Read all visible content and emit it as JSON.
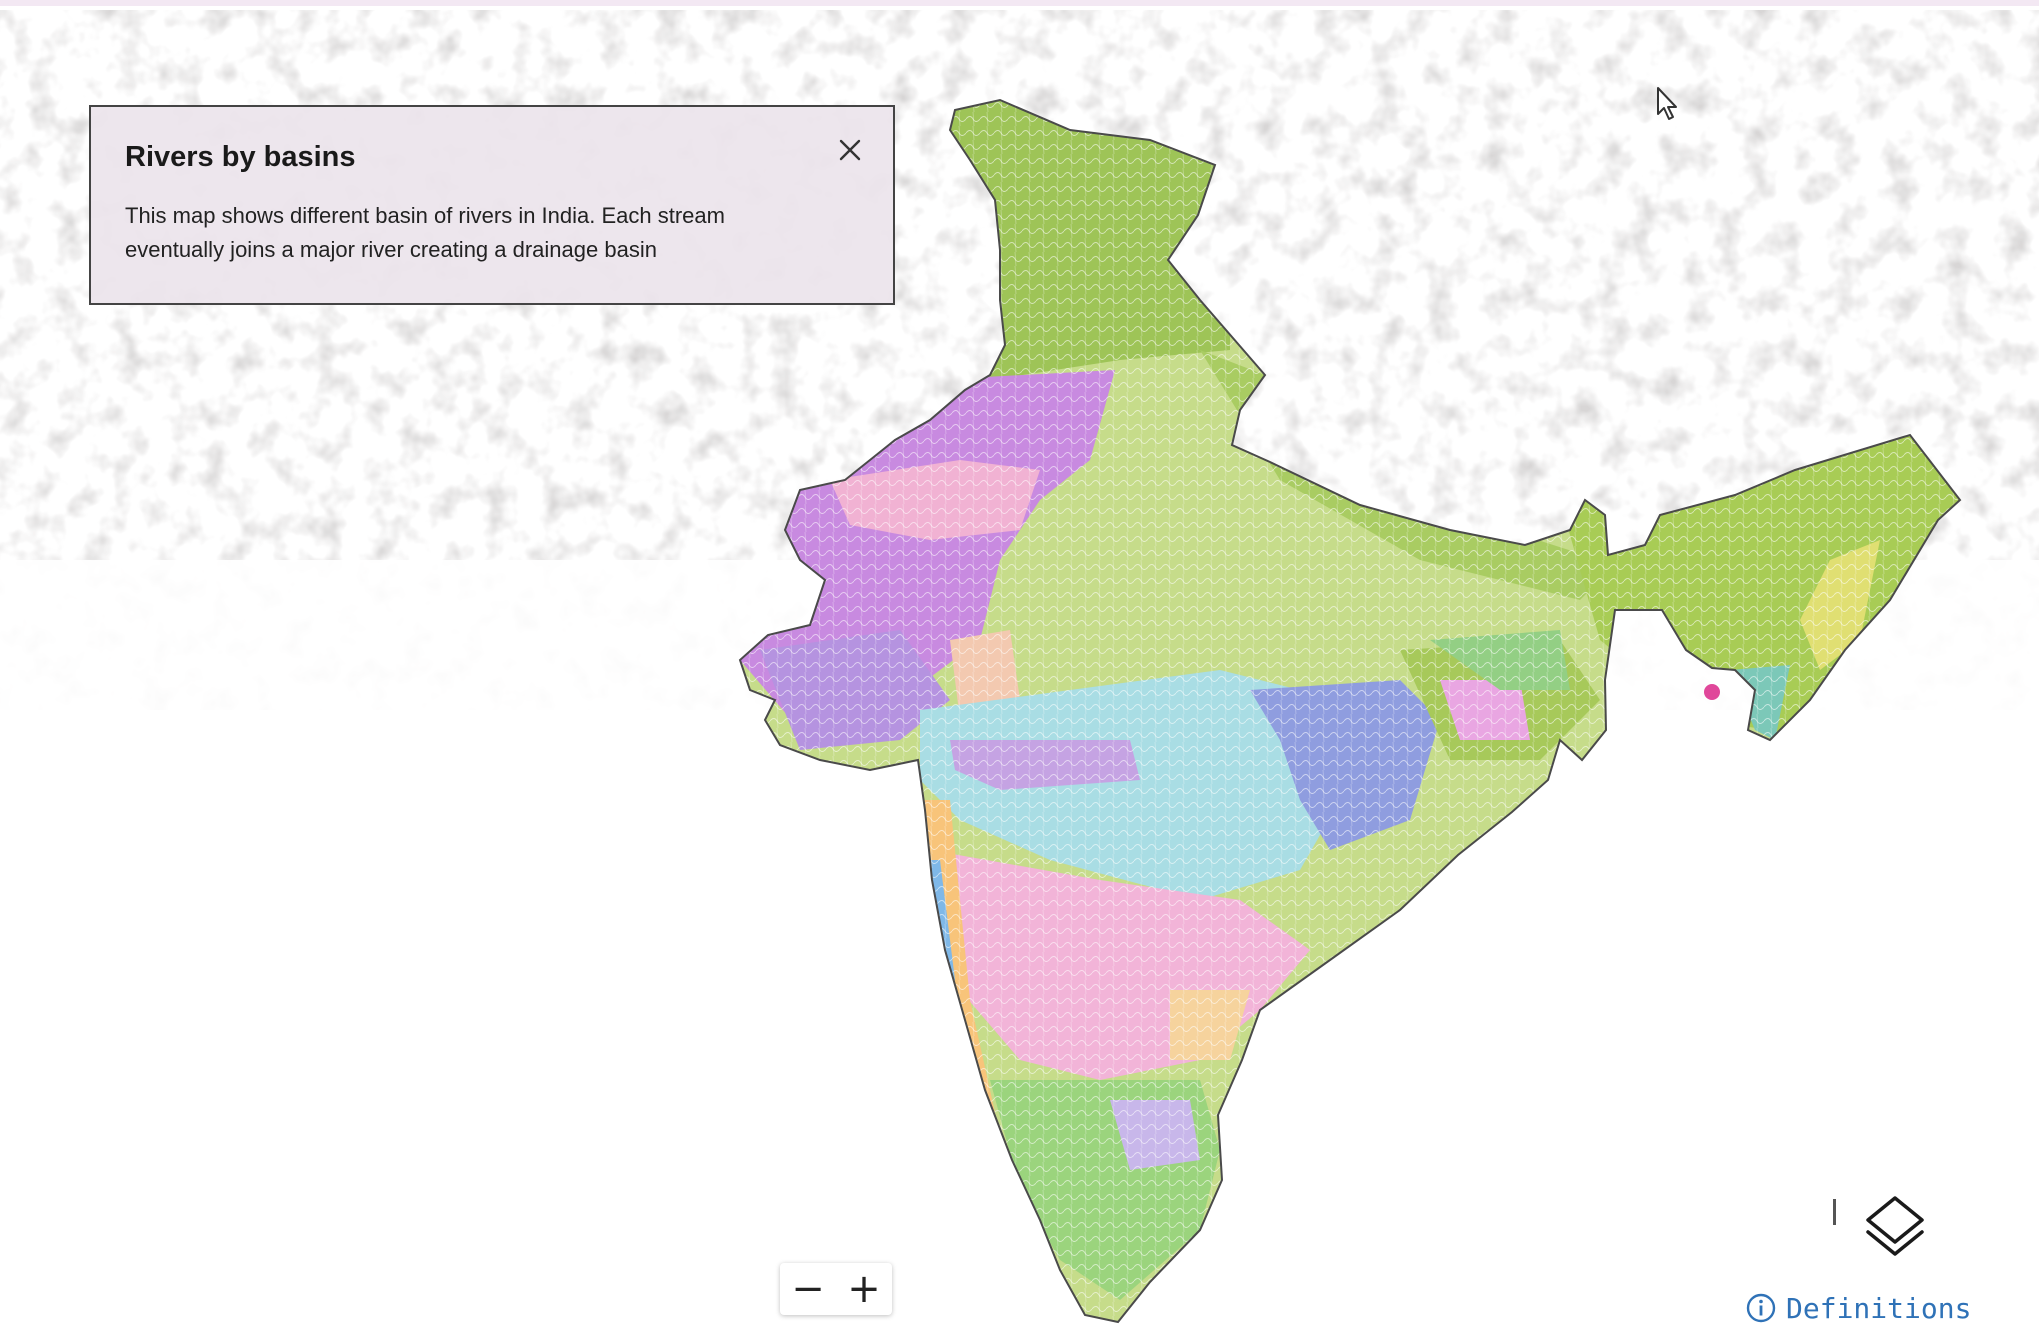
{
  "info_panel": {
    "title": "Rivers by basins",
    "description": "This map shows different basin of rivers in India. Each stream eventually joins a major river creating a drainage basin"
  },
  "zoom": {
    "minus_label": "−",
    "plus_label": "+"
  },
  "definitions": {
    "label": "Definitions"
  },
  "icons": {
    "close": "close-icon",
    "layers": "layers-icon",
    "info": "info-icon",
    "cursor": "cursor-icon"
  },
  "colors": {
    "link": "#2f72b7",
    "ganga_basin": "#c6dc8a",
    "himalaya_basin": "#9ec457",
    "indus_basin": "#c88ae0",
    "godavari_basin": "#a9dde4",
    "krishna_basin": "#f2b4d8",
    "mahanadi_basin": "#8f9ddf",
    "cauvery_basin": "#9bd47d"
  }
}
